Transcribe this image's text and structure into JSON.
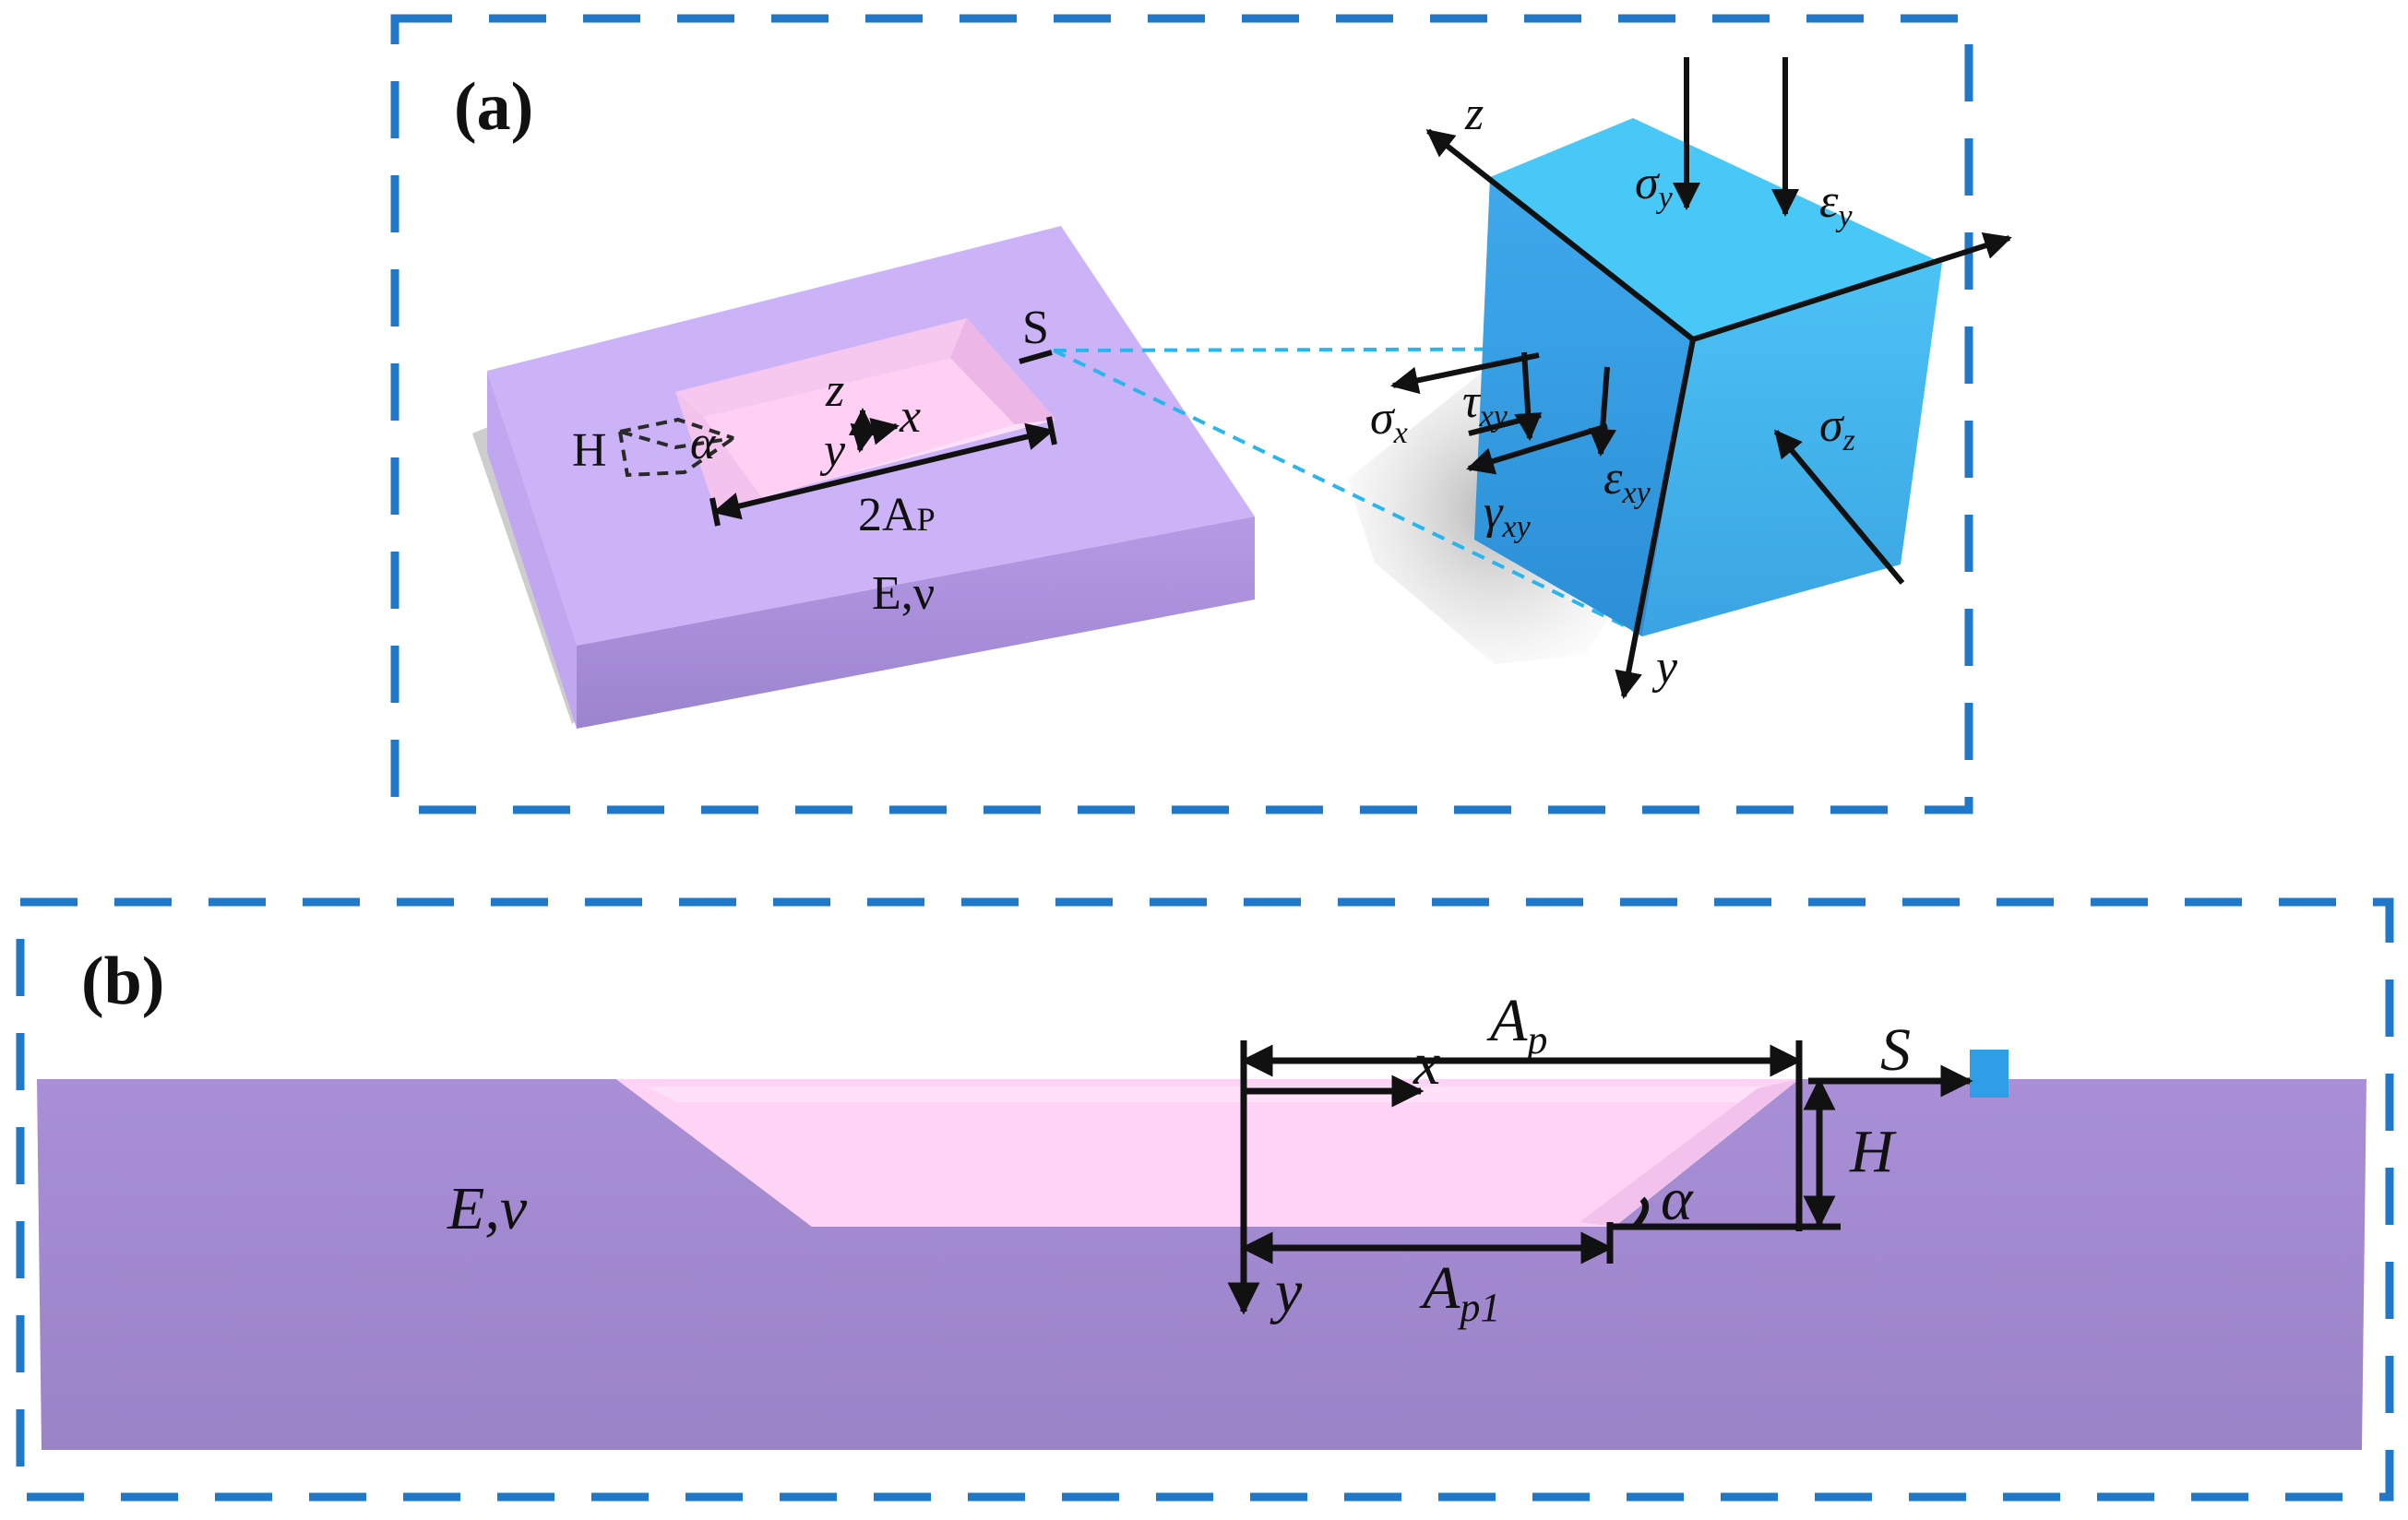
{
  "panel_a": {
    "label": "(a)",
    "top_s": "S",
    "dim_h": "H",
    "alpha": "α",
    "axis_z": "z",
    "axis_x": "x",
    "axis_y": "y",
    "width_label": "2A",
    "width_sub": "P",
    "material": "E,ν",
    "cube": {
      "axis_z": "z",
      "axis_y": "y",
      "sigma_y": "σ",
      "sigma_y_sub": "y",
      "eps_y": "ε",
      "eps_y_sub": "y",
      "sigma_x": "σ",
      "sigma_x_sub": "x",
      "tau_xy": "τ",
      "tau_xy_sub": "xy",
      "eps_xy": "ε",
      "eps_xy_sub": "xy",
      "gamma_xy": "γ",
      "gamma_xy_sub": "xy",
      "sigma_z": "σ",
      "sigma_z_sub": "z"
    }
  },
  "panel_b": {
    "label": "(b)",
    "material": "E,ν",
    "ap": "A",
    "ap_sub": "p",
    "x": "x",
    "s": "S",
    "h": "H",
    "alpha": "α",
    "y": "y",
    "ap1": "A",
    "ap1_sub": "p1"
  },
  "colors": {
    "frame": "#1f78c8",
    "substrate_top": "#cbb2f7",
    "substrate_side": "#a78fd3",
    "pit": "#ffd6f6",
    "cube": "#3ab0ee"
  }
}
